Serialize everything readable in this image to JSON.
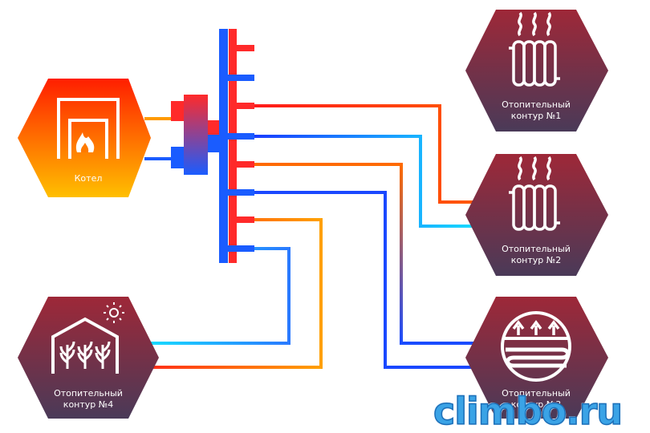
{
  "nodes": {
    "boiler": {
      "label": "Котел"
    },
    "circuit1": {
      "label": "Отопительный\nконтур  №1"
    },
    "circuit2": {
      "label": "Отопительный\nконтур  №2"
    },
    "circuit3": {
      "label": "Отопительный\nконтур  №3"
    },
    "circuit4": {
      "label": "Отопительный\nконтур  №4"
    }
  },
  "watermark": "climbo.ru",
  "colors": {
    "hot": "#ff2a1a",
    "cold": "#1a5cff",
    "warm": "#ffb000",
    "cyan": "#18d8ff",
    "hex_top": "#9a2a3a",
    "hex_bottom": "#4a3a55",
    "boiler_top": "#ff1a00",
    "boiler_bottom": "#ffc200"
  },
  "icons": [
    "radiator-icon",
    "boiler-flame-icon",
    "underfloor-heating-icon",
    "greenhouse-icon",
    "sun-icon"
  ]
}
